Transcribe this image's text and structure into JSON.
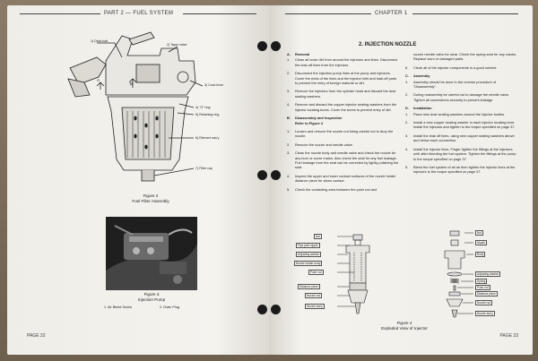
{
  "left_page": {
    "header": "PART 2 — FUEL SYSTEM",
    "figure2": {
      "callouts": [
        "1) Desk bolt",
        "2) Taper valve",
        "3) Cock lever",
        "4) \"O\" ring",
        "5) Retaining ring",
        "6) Element ass'y",
        "7) Filter cup"
      ],
      "letters": [
        "A",
        "B"
      ],
      "caption_num": "Figure 2",
      "caption_title": "Fuel Filter Assembly"
    },
    "figure3": {
      "caption_num": "Figure 3",
      "caption_title": "Injection Pump",
      "legend": [
        "1. Air Bleed Screw",
        "2. Drain Plug"
      ]
    },
    "folio": "PAGE 32"
  },
  "right_page": {
    "header": "CHAPTER 1",
    "section_title": "2. INJECTION NOZZLE",
    "col1": [
      {
        "type": "heading",
        "n": "A.",
        "text": "Removal"
      },
      {
        "type": "item",
        "n": "1.",
        "text": "Clean all loose dirt from around the injectors and lines. Disconnect the leak-off lines from the injectors."
      },
      {
        "type": "item",
        "n": "2.",
        "text": "Disconnect the injection pump lines at the pump and injectors. Cover the ends of the lines and the injector inlet and leak-off ports to prevent the entry of foreign material or dirt."
      },
      {
        "type": "item",
        "n": "3.",
        "text": "Remove the injectors from the cylinder head and discard the dust sealing washers."
      },
      {
        "type": "item",
        "n": "4.",
        "text": "Remove and discard the copper injector sealing washers from the injector locating bores. Cover the bores to prevent entry of dirt."
      },
      {
        "type": "heading",
        "n": "B.",
        "text": "Disassembly and Inspection"
      },
      {
        "type": "sub",
        "text": "Refer to Figure 4"
      },
      {
        "type": "item",
        "n": "1.",
        "text": "Loosen and remove the nozzle nut being careful not to drop the nozzle."
      },
      {
        "type": "item",
        "n": "2.",
        "text": "Remove the nozzle and needle valve."
      },
      {
        "type": "item",
        "n": "3.",
        "text": "Clean the nozzle body and needle valve and check the nozzle for any burn or score marks. Also check the seat for any fuel leakage. Fuel leakage from the seat can be corrected by lightly polishing the seat."
      },
      {
        "type": "item",
        "n": "4.",
        "text": "Inspect the upper and lower contact surfaces of the nozzle holder distance piece for clean contact."
      },
      {
        "type": "item",
        "n": "5.",
        "text": "Check the contacting area between the push rod and"
      }
    ],
    "col2": [
      {
        "type": "plain",
        "text": "nozzle needle valve for wear. Check the spring seat for any cracks. Replace worn or damaged parts."
      },
      {
        "type": "item",
        "n": "6.",
        "text": "Clean all of the injector components in a good solvent."
      },
      {
        "type": "heading",
        "n": "C.",
        "text": "Assembly"
      },
      {
        "type": "item",
        "n": "1.",
        "text": "Assembly should be done in the reverse procedure of \"Disassembly\"."
      },
      {
        "type": "item",
        "n": "2.",
        "text": "During reassembly be careful not to damage the needle valve. Tighten all connections securely to prevent leakage."
      },
      {
        "type": "heading",
        "n": "D.",
        "text": "Installation"
      },
      {
        "type": "item",
        "n": "1.",
        "text": "Place new dust sealing washers around the injector bodies."
      },
      {
        "type": "item",
        "n": "2.",
        "text": "Install a new copper sealing washer in each injector locating bore. Install the injectors and tighten to the torque specified on page 37."
      },
      {
        "type": "item",
        "n": "3.",
        "text": "Install the leak off lines, using new copper sealing washers above and below each connection."
      },
      {
        "type": "item",
        "n": "4.",
        "text": "Install the injector lines. Finger tighten the fittings at the injectors until after bleeding the fuel system. Tighten the fittings at the pump to the torque specified on page 37."
      },
      {
        "type": "item",
        "n": "5.",
        "text": "Bleed the fuel system of all air then tighten the injector lines at the injectors to the torque specified on page 37."
      }
    ],
    "figure4": {
      "left_labels": [
        "Nut",
        "Pipe joint nipple",
        "Adjusting washer",
        "Nozzle holder body",
        "Push rod",
        "Distance piece",
        "Nozzle nut",
        "Nozzle ass'y"
      ],
      "right_labels": [
        "Nut",
        "Nipple",
        "Body",
        "Adjusting washer",
        "Spring",
        "Push rod",
        "Distance piece",
        "Nozzle nut",
        "Nozzle ass'y"
      ],
      "caption_num": "Figure 4",
      "caption_title": "Exploded View of Injector"
    },
    "folio": "PAGE 33"
  }
}
